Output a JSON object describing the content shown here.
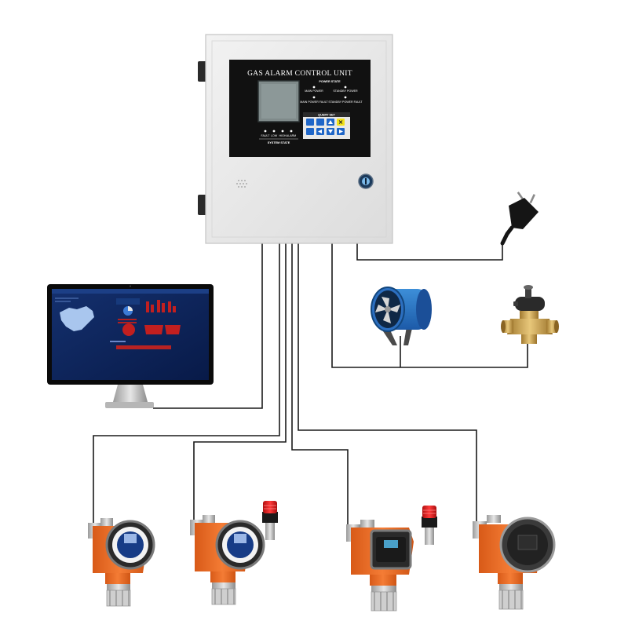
{
  "control_unit": {
    "title": "GAS ALARM CONTROL UNIT",
    "power_state_label": "POWER STATE",
    "query_set_label": "QUERY SET",
    "system_state_label": "SYSTEM STATE",
    "power_indicators": [
      "MAIN POWER",
      "STANDBY POWER",
      "MAIN POWER FAULT",
      "STANDBY POWER FAULT"
    ],
    "system_indicators": [
      "FAULT",
      "LOW",
      "HIGH",
      "ALARM"
    ]
  },
  "devices": {
    "computer": "monitor-with-scada-dashboard",
    "power_plug": "power-plug",
    "fan": "axial-fan",
    "valve": "solenoid-valve",
    "detectors": [
      {
        "type": "gas-detector",
        "alarm_light": false
      },
      {
        "type": "gas-detector",
        "alarm_light": true
      },
      {
        "type": "gas-detector",
        "alarm_light": true
      },
      {
        "type": "gas-detector",
        "alarm_light": false
      }
    ]
  },
  "colors": {
    "housing": "#e9e9e9",
    "panel": "#111111",
    "detector_orange": "#ee6d24",
    "alarm_red": "#d81e1e",
    "screen_blue": "#0d2a66",
    "wire": "#1a1a1a"
  }
}
